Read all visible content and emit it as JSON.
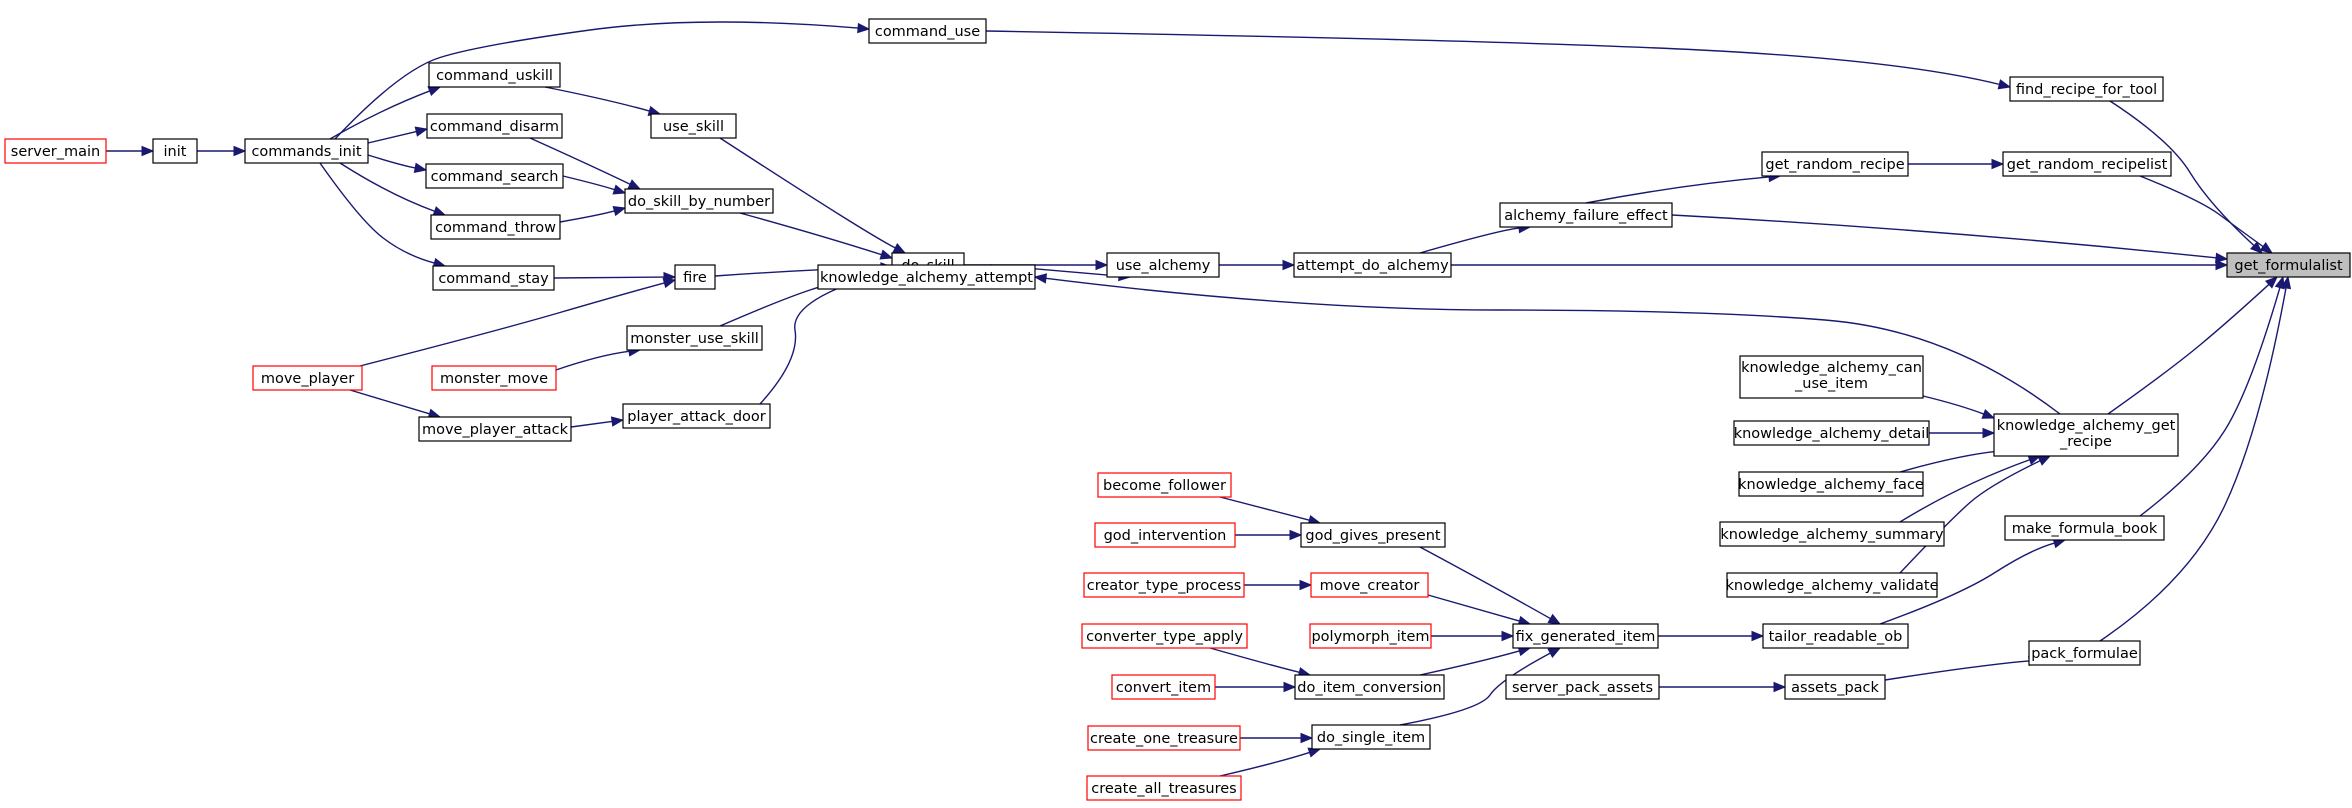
{
  "graph": {
    "type": "call-graph",
    "colors": {
      "edge": "#191970",
      "normal_border": "#000000",
      "truncated_border": "#ff0000",
      "focus_fill": "#bfbfbf"
    },
    "nodes": [
      {
        "id": "n_get_formulalist",
        "label": [
          "get_formulalist"
        ],
        "style": "focus"
      },
      {
        "id": "n_find_recipe_for_tool",
        "label": [
          "find_recipe_for_tool"
        ],
        "style": "normal"
      },
      {
        "id": "n_command_use",
        "label": [
          "command_use"
        ],
        "style": "normal"
      },
      {
        "id": "n_commands_init",
        "label": [
          "commands_init"
        ],
        "style": "normal"
      },
      {
        "id": "n_init",
        "label": [
          "init"
        ],
        "style": "normal"
      },
      {
        "id": "n_server_main",
        "label": [
          "server_main"
        ],
        "style": "truncated"
      },
      {
        "id": "n_get_random_recipelist",
        "label": [
          "get_random_recipelist"
        ],
        "style": "normal"
      },
      {
        "id": "n_get_random_recipe",
        "label": [
          "get_random_recipe"
        ],
        "style": "normal"
      },
      {
        "id": "n_alchemy_failure_effect",
        "label": [
          "alchemy_failure_effect"
        ],
        "style": "normal"
      },
      {
        "id": "n_attempt_do_alchemy",
        "label": [
          "attempt_do_alchemy"
        ],
        "style": "normal"
      },
      {
        "id": "n_use_alchemy",
        "label": [
          "use_alchemy"
        ],
        "style": "normal"
      },
      {
        "id": "n_do_skill",
        "label": [
          "do_skill"
        ],
        "style": "normal"
      },
      {
        "id": "n_use_skill",
        "label": [
          "use_skill"
        ],
        "style": "normal"
      },
      {
        "id": "n_command_uskill",
        "label": [
          "command_uskill"
        ],
        "style": "normal"
      },
      {
        "id": "n_do_skill_by_number",
        "label": [
          "do_skill_by_number"
        ],
        "style": "normal"
      },
      {
        "id": "n_command_disarm",
        "label": [
          "command_disarm"
        ],
        "style": "normal"
      },
      {
        "id": "n_command_search",
        "label": [
          "command_search"
        ],
        "style": "normal"
      },
      {
        "id": "n_command_throw",
        "label": [
          "command_throw"
        ],
        "style": "normal"
      },
      {
        "id": "n_fire",
        "label": [
          "fire"
        ],
        "style": "normal"
      },
      {
        "id": "n_command_stay",
        "label": [
          "command_stay"
        ],
        "style": "normal"
      },
      {
        "id": "n_move_player",
        "label": [
          "move_player"
        ],
        "style": "truncated"
      },
      {
        "id": "n_monster_use_skill",
        "label": [
          "monster_use_skill"
        ],
        "style": "normal"
      },
      {
        "id": "n_monster_move",
        "label": [
          "monster_move"
        ],
        "style": "truncated"
      },
      {
        "id": "n_player_attack_door",
        "label": [
          "player_attack_door"
        ],
        "style": "normal"
      },
      {
        "id": "n_move_player_attack",
        "label": [
          "move_player_attack"
        ],
        "style": "normal"
      },
      {
        "id": "n_knowledge_alchemy_attempt",
        "label": [
          "knowledge_alchemy_attempt"
        ],
        "style": "normal"
      },
      {
        "id": "n_knowledge_alchemy_get_recipe",
        "label": [
          "knowledge_alchemy_get",
          "_recipe"
        ],
        "style": "normal"
      },
      {
        "id": "n_knowledge_alchemy_can_use_item",
        "label": [
          "knowledge_alchemy_can",
          "_use_item"
        ],
        "style": "normal"
      },
      {
        "id": "n_knowledge_alchemy_detail",
        "label": [
          "knowledge_alchemy_detail"
        ],
        "style": "normal"
      },
      {
        "id": "n_knowledge_alchemy_face",
        "label": [
          "knowledge_alchemy_face"
        ],
        "style": "normal"
      },
      {
        "id": "n_knowledge_alchemy_summary",
        "label": [
          "knowledge_alchemy_summary"
        ],
        "style": "normal"
      },
      {
        "id": "n_knowledge_alchemy_validate",
        "label": [
          "knowledge_alchemy_validate"
        ],
        "style": "normal"
      },
      {
        "id": "n_make_formula_book",
        "label": [
          "make_formula_book"
        ],
        "style": "normal"
      },
      {
        "id": "n_tailor_readable_ob",
        "label": [
          "tailor_readable_ob"
        ],
        "style": "normal"
      },
      {
        "id": "n_fix_generated_item",
        "label": [
          "fix_generated_item"
        ],
        "style": "normal"
      },
      {
        "id": "n_god_gives_present",
        "label": [
          "god_gives_present"
        ],
        "style": "normal"
      },
      {
        "id": "n_become_follower",
        "label": [
          "become_follower"
        ],
        "style": "truncated"
      },
      {
        "id": "n_god_intervention",
        "label": [
          "god_intervention"
        ],
        "style": "truncated"
      },
      {
        "id": "n_move_creator",
        "label": [
          "move_creator"
        ],
        "style": "truncated"
      },
      {
        "id": "n_creator_type_process",
        "label": [
          "creator_type_process"
        ],
        "style": "truncated"
      },
      {
        "id": "n_polymorph_item",
        "label": [
          "polymorph_item"
        ],
        "style": "truncated"
      },
      {
        "id": "n_do_item_conversion",
        "label": [
          "do_item_conversion"
        ],
        "style": "normal"
      },
      {
        "id": "n_converter_type_apply",
        "label": [
          "converter_type_apply"
        ],
        "style": "truncated"
      },
      {
        "id": "n_convert_item",
        "label": [
          "convert_item"
        ],
        "style": "truncated"
      },
      {
        "id": "n_do_single_item",
        "label": [
          "do_single_item"
        ],
        "style": "normal"
      },
      {
        "id": "n_create_one_treasure",
        "label": [
          "create_one_treasure"
        ],
        "style": "truncated"
      },
      {
        "id": "n_create_all_treasures",
        "label": [
          "create_all_treasures"
        ],
        "style": "truncated"
      },
      {
        "id": "n_pack_formulae",
        "label": [
          "pack_formulae"
        ],
        "style": "normal"
      },
      {
        "id": "n_assets_pack",
        "label": [
          "assets_pack"
        ],
        "style": "normal"
      },
      {
        "id": "n_server_pack_assets",
        "label": [
          "server_pack_assets"
        ],
        "style": "normal"
      }
    ]
  }
}
